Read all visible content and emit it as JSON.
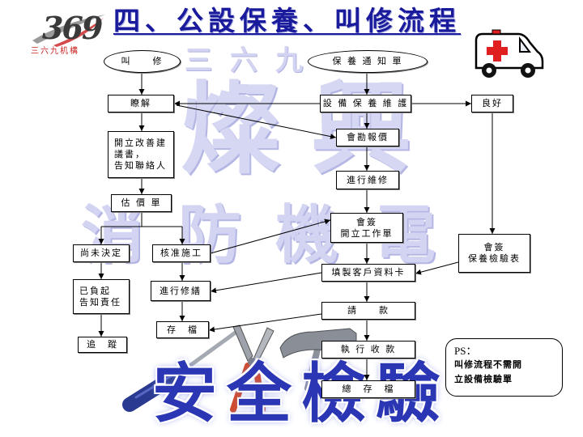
{
  "logo": {
    "mark": "369",
    "name": "三六九机構"
  },
  "title": "四、公設保養、叫修流程",
  "watermarks": {
    "brand_small": "三六九",
    "brand_large": "燦興",
    "business": "消防機電",
    "slogan": "安全檢驗"
  },
  "flow": {
    "repair_call": "叫　　修",
    "maintenance_notice": "保 養 通 知 單",
    "understand": "瞭解",
    "equipment_maintenance": "設 備 保 養 維 護",
    "good_condition": "良好",
    "survey_quote": "會勘報價",
    "improvement_proposal": [
      "開立改善建",
      "議書，",
      "告知聯絡人"
    ],
    "perform_maintenance": "進行維修",
    "quotation": "估 價 單",
    "sign_work_order": [
      "會簽",
      "開立工作單"
    ],
    "sign_inspection_form": [
      "會簽",
      "保養檢驗表"
    ],
    "undecided": "尚未決定",
    "approved": "核准施工",
    "customer_record_card": "填製客戶資料卡",
    "notified": [
      "已負起",
      "告知責任"
    ],
    "perform_repair": "進行修繕",
    "request_payment": "請　　款",
    "file": "存　檔",
    "follow_up": "追　蹤",
    "collect_payment": "執 行 收 款",
    "master_archive": "總　存　檔"
  },
  "note": [
    "PS：",
    "叫修流程不需開",
    "立設備檢驗單"
  ],
  "colors": {
    "title": "#1a1a9c",
    "logo_name": "#cc2222",
    "cross": "#e02020",
    "watermark": "#d4d5f2",
    "slogan": "#2b36b4"
  },
  "icons": {
    "vehicle": "ambulance-icon",
    "tools": [
      "screwdriver-icon",
      "pliers-icon",
      "hammer-icon"
    ]
  }
}
